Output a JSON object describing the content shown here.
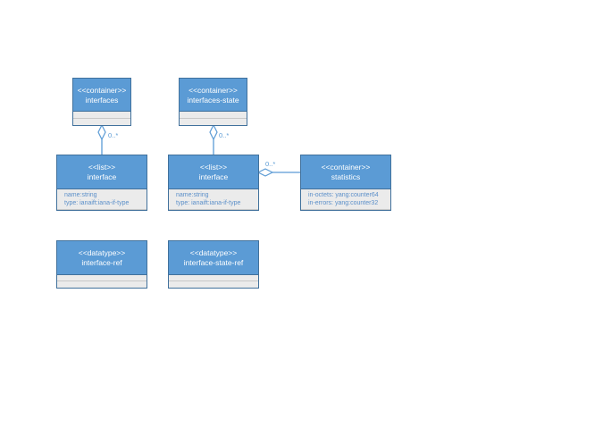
{
  "classes": {
    "interfaces": {
      "stereotype": "<<container>>",
      "name": "interfaces",
      "attributes": []
    },
    "interfaces_state": {
      "stereotype": "<<container>>",
      "name": "interfaces-state",
      "attributes": []
    },
    "interface_left": {
      "stereotype": "<<list>>",
      "name": "interface",
      "attributes": [
        "name:string",
        "type: ianaift:iana-if-type"
      ]
    },
    "interface_mid": {
      "stereotype": "<<list>>",
      "name": "interface",
      "attributes": [
        "name:string",
        "type: ianaift:iana-if-type"
      ]
    },
    "statistics": {
      "stereotype": "<<container>>",
      "name": "statistics",
      "attributes": [
        "in-octets: yang:counter64",
        "in-errors: yang:counter32"
      ]
    },
    "interface_ref": {
      "stereotype": "<<datatype>>",
      "name": "interface-ref",
      "attributes": []
    },
    "interface_state_ref": {
      "stereotype": "<<datatype>>",
      "name": "interface-state-ref",
      "attributes": []
    }
  },
  "associations": {
    "interfaces_to_interface": {
      "multiplicity": "0..*"
    },
    "interfaces_state_to_interface": {
      "multiplicity": "0..*"
    },
    "interface_to_statistics": {
      "multiplicity": "0..*"
    }
  },
  "colors": {
    "header_fill": "#5b9bd5",
    "border": "#41719c",
    "body_fill": "#ebebeb",
    "connector": "#5b9bd5",
    "attribute_text": "#5b8fc9"
  }
}
